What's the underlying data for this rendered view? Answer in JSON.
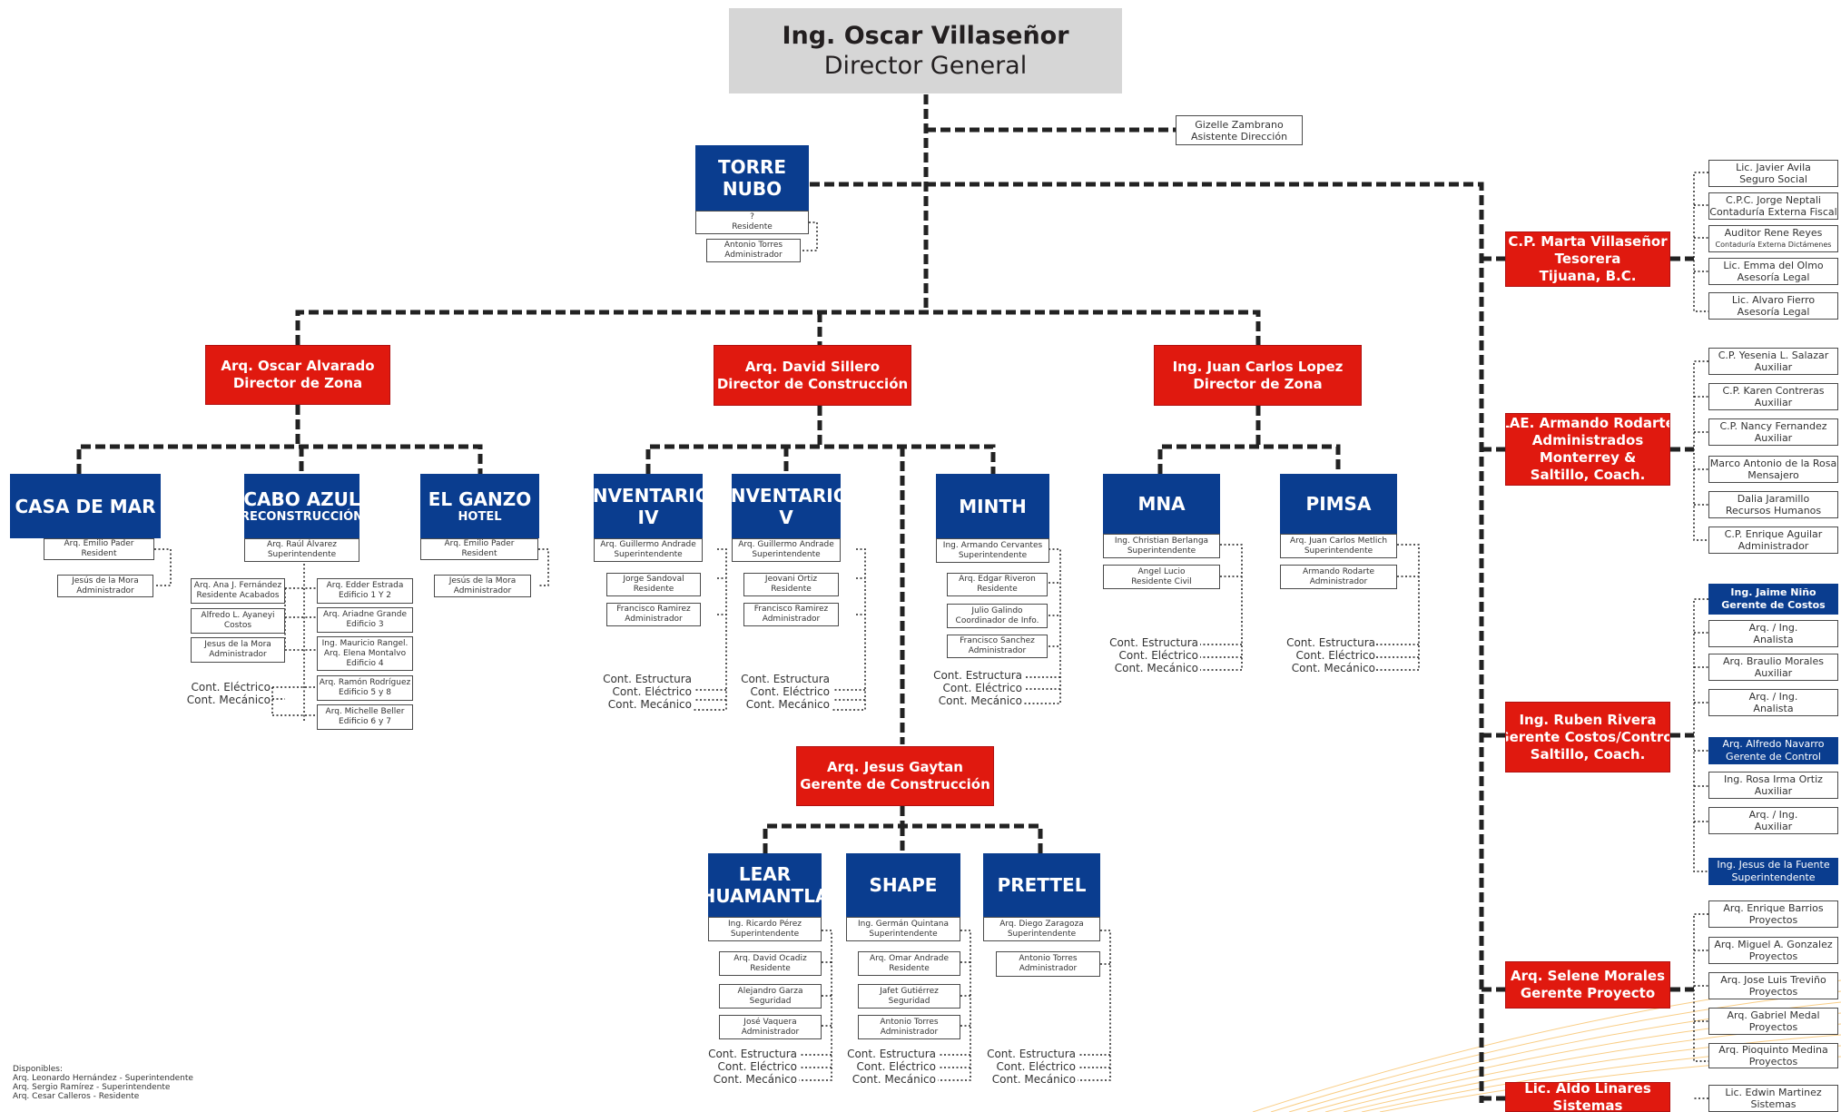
{
  "director": {
    "name": "Ing. Oscar Villaseñor",
    "title": "Director General"
  },
  "assistant": {
    "name": "Gizelle Zambrano",
    "role": "Asistente Dirección"
  },
  "torre": {
    "name": [
      "TORRE",
      "NUBO"
    ],
    "resident_name": "?",
    "resident_role": "Residente",
    "admin_name": "Antonio Torres",
    "admin_role": "Administrador"
  },
  "zone_left": {
    "name": "Arq. Oscar Alvarado",
    "title": "Director de Zona"
  },
  "construction": {
    "name": "Arq. David Sillero",
    "title": "Director de Construcción"
  },
  "zone_right": {
    "name": "Ing. Juan Carlos Lopez",
    "title": "Director de Zona"
  },
  "casa_de_mar": {
    "name": "CASA DE MAR",
    "cards": [
      {
        "name": "Arq. Emilio Pader",
        "role": "Resident"
      },
      {
        "name": "Jesús de la Mora",
        "role": "Administrador"
      }
    ]
  },
  "cabo_azul": {
    "name": "CABO AZUL",
    "sub": "RECONSTRUCCIÓN",
    "super": {
      "name": "Arq. Raúl Álvarez",
      "role": "Superintendente"
    },
    "left_cards": [
      {
        "name": "Arq. Ana J. Fernández",
        "role": "Residente Acabados"
      },
      {
        "name": "Alfredo L. Ayaneyi",
        "role": "Costos"
      },
      {
        "name": "Jesus de la Mora",
        "role": "Administrador"
      }
    ],
    "right_cards": [
      {
        "lines": [
          "Arq. Edder Estrada",
          "Edificio 1 Y 2"
        ]
      },
      {
        "lines": [
          "Arq. Ariadne Grande",
          "Edificio 3"
        ]
      },
      {
        "lines": [
          "Ing. Mauricio Rangel.",
          "Arq. Elena Montalvo",
          "Edificio 4"
        ]
      },
      {
        "lines": [
          "Arq. Ramón Rodríguez",
          "Edificio 5 y 8"
        ]
      },
      {
        "lines": [
          "Arq. Michelle Beller",
          "Edificio 6 y 7"
        ]
      }
    ],
    "cont": [
      "Cont. Eléctrico",
      "Cont. Mecánico"
    ]
  },
  "el_ganzo": {
    "name": "EL GANZO",
    "sub": "HOTEL",
    "cards": [
      {
        "name": "Arq. Emilio Pader",
        "role": "Resident"
      },
      {
        "name": "Jesús de la Mora",
        "role": "Administrador"
      }
    ]
  },
  "inventario_iv": {
    "name": [
      "INVENTARIO",
      "IV"
    ],
    "cards": [
      {
        "name": "Arq. Guillermo Andrade",
        "role": "Superintendente"
      },
      {
        "name": "Jorge Sandoval",
        "role": "Residente"
      },
      {
        "name": "Francisco Ramirez",
        "role": "Administrador"
      }
    ],
    "cont": [
      "Cont. Estructura",
      "Cont. Eléctrico",
      "Cont. Mecánico"
    ]
  },
  "inventario_v": {
    "name": [
      "INVENTARIO",
      "V"
    ],
    "cards": [
      {
        "name": "Arq. Guillermo Andrade",
        "role": "Superintendente"
      },
      {
        "name": "Jeovani Ortiz",
        "role": "Residente"
      },
      {
        "name": "Francisco Ramirez",
        "role": "Administrador"
      }
    ],
    "cont": [
      "Cont. Estructura",
      "Cont. Eléctrico",
      "Cont. Mecánico"
    ]
  },
  "minth": {
    "name": "MINTH",
    "cards": [
      {
        "name": "Ing. Armando Cervantes",
        "role": "Superintendente"
      },
      {
        "name": "Arq. Edgar Riveron",
        "role": "Residente"
      },
      {
        "name": "Julio Galindo",
        "role": "Coordinador de Info."
      },
      {
        "name": "Francisco Sanchez",
        "role": "Administrador"
      }
    ],
    "cont": [
      "Cont. Estructura",
      "Cont. Eléctrico",
      "Cont. Mecánico"
    ]
  },
  "mna": {
    "name": "MNA",
    "cards": [
      {
        "name": "Ing. Christian Berlanga",
        "role": "Superintendente"
      },
      {
        "name": "Angel Lucio",
        "role": "Residente Civil"
      }
    ],
    "cont": [
      "Cont. Estructura",
      "Cont. Eléctrico",
      "Cont. Mecánico"
    ]
  },
  "pimsa": {
    "name": "PIMSA",
    "cards": [
      {
        "name": "Arq. Juan Carlos Metlich",
        "role": "Superintendente"
      },
      {
        "name": "Armando Rodarte",
        "role": "Administrador"
      }
    ],
    "cont": [
      "Cont. Estructura",
      "Cont. Eléctrico",
      "Cont. Mecánico"
    ]
  },
  "gaytan": {
    "name": "Arq. Jesus Gaytan",
    "title": "Gerente de Construcción"
  },
  "lear": {
    "name": [
      "LEAR",
      "HUAMANTLA"
    ],
    "cards": [
      {
        "name": "Ing. Ricardo Pérez",
        "role": "Superintendente"
      },
      {
        "name": "Arq. David Ocadiz",
        "role": "Residente"
      },
      {
        "name": "Alejandro Garza",
        "role": "Seguridad"
      },
      {
        "name": "José Vaquera",
        "role": "Administrador"
      }
    ],
    "cont": [
      "Cont. Estructura",
      "Cont. Eléctrico",
      "Cont. Mecánico"
    ]
  },
  "shape": {
    "name": "SHAPE",
    "cards": [
      {
        "name": "Ing. Germán Quintana",
        "role": "Superintendente"
      },
      {
        "name": "Arq. Omar Andrade",
        "role": "Residente"
      },
      {
        "name": "Jafet Gutiérrez",
        "role": "Seguridad"
      },
      {
        "name": "Antonio Torres",
        "role": "Administrador"
      }
    ],
    "cont": [
      "Cont. Estructura",
      "Cont. Eléctrico",
      "Cont. Mecánico"
    ]
  },
  "prettel": {
    "name": "PRETTEL",
    "cards": [
      {
        "name": "Arq. Diego Zaragoza",
        "role": "Superintendente"
      },
      {
        "name": "Antonio Torres",
        "role": "Administrador"
      }
    ],
    "cont": [
      "Cont. Estructura",
      "Cont. Eléctrico",
      "Cont. Mecánico"
    ]
  },
  "tesorera": {
    "lines": [
      "C.P. Marta Villaseñor",
      "Tesorera",
      "Tijuana, B.C."
    ],
    "staff": [
      {
        "name": "Lic. Javier Avila",
        "role": "Seguro Social"
      },
      {
        "name": "C.P.C. Jorge Neptali",
        "role": "Contaduría Externa Fiscal"
      },
      {
        "name": "Auditor Rene Reyes",
        "role": "Contaduría Externa Dictámenes"
      },
      {
        "name": "Lic. Emma del Olmo",
        "role": "Asesoría Legal"
      },
      {
        "name": "Lic. Alvaro Fierro",
        "role": "Asesoría Legal"
      }
    ]
  },
  "administrador": {
    "lines": [
      "LAE. Armando Rodarte",
      "Administrados",
      "Monterrey &",
      "Saltillo, Coach."
    ],
    "staff": [
      {
        "name": "C.P. Yesenia L. Salazar",
        "role": "Auxiliar"
      },
      {
        "name": "C.P. Karen Contreras",
        "role": "Auxiliar"
      },
      {
        "name": "C.P. Nancy Fernandez",
        "role": "Auxiliar"
      },
      {
        "name": "Marco Antonio de la Rosa",
        "role": "Mensajero"
      },
      {
        "name": "Dalia Jaramillo",
        "role": "Recursos Humanos"
      },
      {
        "name": "C.P. Enrique Aguilar",
        "role": "Administrador"
      }
    ]
  },
  "costos": {
    "lines": [
      "Ing. Ruben Rivera",
      "Gerente Costos/Control",
      "Saltillo, Coach."
    ],
    "head": {
      "name": "Ing. Jaime Niño",
      "role": "Gerente de Costos"
    },
    "staff": [
      {
        "name": "Arq. / Ing.",
        "role": "Analista",
        "dark": false
      },
      {
        "name": "Arq. Braulio Morales",
        "role": "Auxiliar",
        "dark": false
      },
      {
        "name": "Arq. / Ing.",
        "role": "Analista",
        "dark": false
      },
      {
        "name": "Arq. Alfredo Navarro",
        "role": "Gerente de Control",
        "dark": true
      },
      {
        "name": "Ing. Rosa Irma Ortiz",
        "role": "Auxiliar",
        "dark": false
      },
      {
        "name": "Arq. / Ing.",
        "role": "Auxiliar",
        "dark": false
      },
      {
        "name": "Ing. Jesus de la Fuente",
        "role": "Superintendente",
        "dark": true
      }
    ]
  },
  "proyecto": {
    "lines": [
      "Arq. Selene Morales",
      "Gerente Proyecto"
    ],
    "staff": [
      {
        "name": "Arq. Enrique Barrios",
        "role": "Proyectos"
      },
      {
        "name": "Arq. Miguel A. Gonzalez",
        "role": "Proyectos"
      },
      {
        "name": "Arq. Jose Luis Treviño",
        "role": "Proyectos"
      },
      {
        "name": "Arq. Gabriel Medal",
        "role": "Proyectos"
      },
      {
        "name": "Arq. Pioquinto Medina",
        "role": "Proyectos"
      }
    ]
  },
  "sistemas": {
    "lines": [
      "Lic. Aldo Linares",
      "Sistemas"
    ],
    "staff": [
      {
        "name": "Lic. Edwin Martinez",
        "role": "Sistemas"
      }
    ]
  },
  "disponibles": [
    "Disponibles:",
    "Arq. Leonardo Hernández - Superintendente",
    "Arq. Sergio Ramírez - Superintendente",
    "Arq. Cesar Calleros - Residente"
  ]
}
